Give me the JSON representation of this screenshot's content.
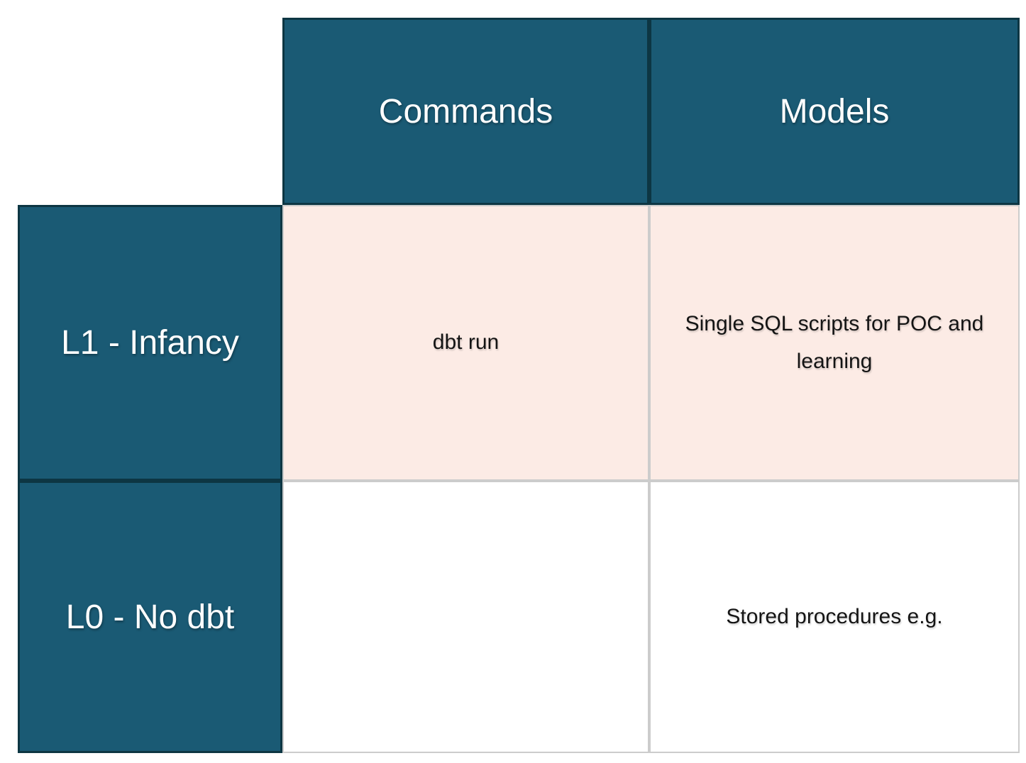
{
  "chart_data": {
    "type": "table",
    "columns": [
      "",
      "Commands",
      "Models"
    ],
    "rows": [
      {
        "header": "L1 - Infancy",
        "cells": [
          "dbt run",
          "Single SQL scripts for POC and learning"
        ]
      },
      {
        "header": "L0 - No dbt",
        "cells": [
          "",
          "Stored procedures e.g."
        ]
      }
    ]
  },
  "colors": {
    "header_bg": "#1a5a74",
    "header_border": "#0d3643",
    "l1_row_bg": "#fcebe5",
    "l0_row_bg": "#ffffff",
    "grid_line": "#cccccc",
    "header_text": "#ffffff",
    "body_text": "#141414"
  }
}
